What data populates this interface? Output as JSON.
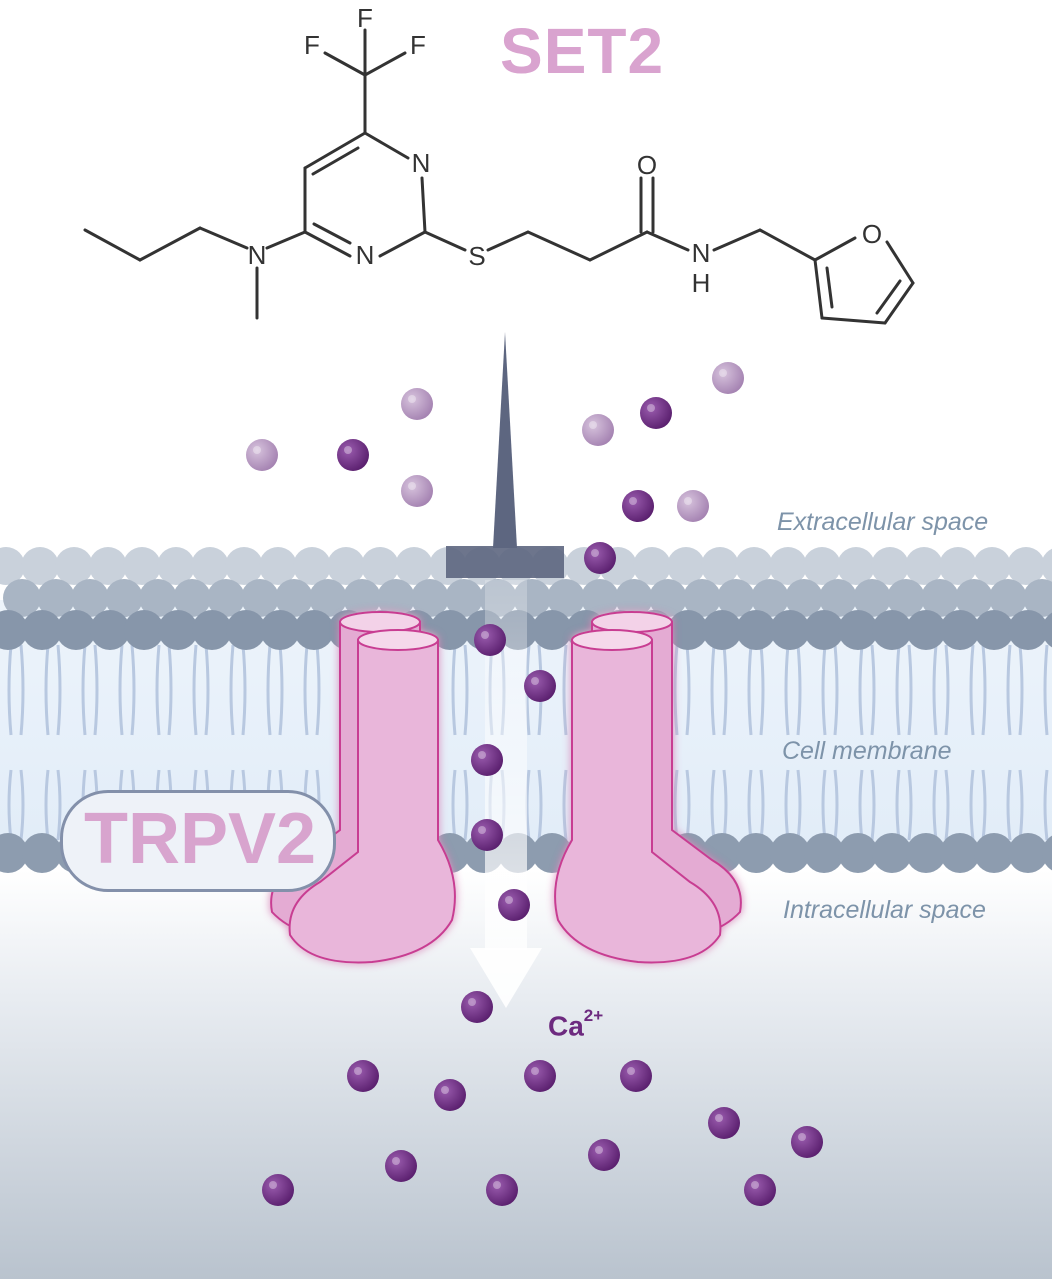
{
  "compound": {
    "title": "SET2",
    "atoms": {
      "f_top": "F",
      "f_left": "F",
      "f_right": "F",
      "n_ring_top": "N",
      "n_ring_bottom": "N",
      "n_amine": "N",
      "sulfur": "S",
      "oxygen_carbonyl": "O",
      "n_amide": "N",
      "h_amide": "H",
      "oxygen_furan": "O"
    }
  },
  "channel": {
    "title": "TRPV2"
  },
  "regions": {
    "extracellular": "Extracellular space",
    "membrane": "Cell membrane",
    "intracellular": "Intracellular space"
  },
  "ion": {
    "base": "Ca",
    "charge": "2+"
  },
  "colors": {
    "title_pink": "#d9a3cf",
    "ion_purple": "#6d2a7f",
    "ion_light": "#b99ac4",
    "channel_pink": "#e8b4d8",
    "channel_edge": "#c83e92",
    "membrane_head": "#8d9caf",
    "inhibitor": "#5d6680"
  }
}
